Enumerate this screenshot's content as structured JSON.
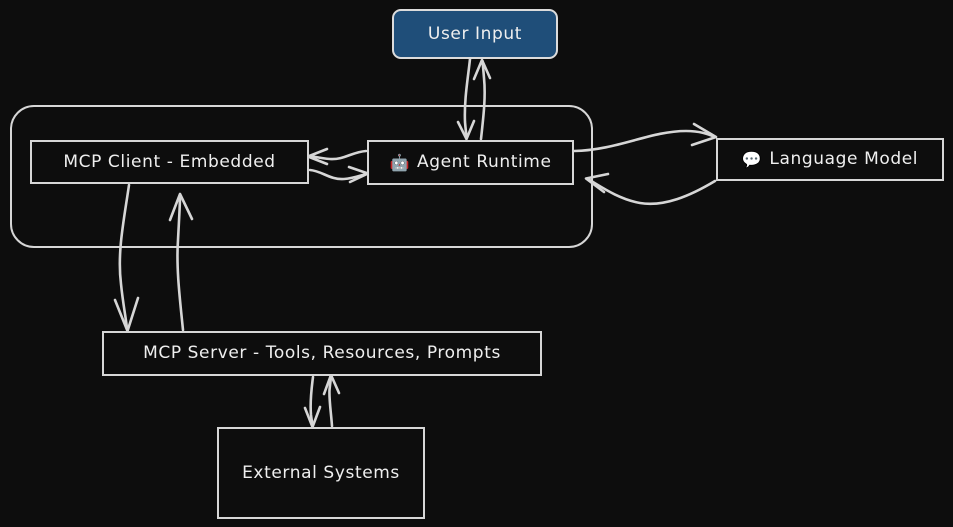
{
  "diagram": {
    "title": "MCP Agent Architecture Flowchart",
    "background_color": "#0d0d0d",
    "stroke_color": "#d6d6d6",
    "text_color": "#efefef",
    "accent_color": "#1f4e79",
    "style": "hand-drawn"
  },
  "nodes": {
    "user_input": {
      "label": "User Input",
      "shape": "rounded-rect",
      "fill": "#1f4e79"
    },
    "mcp_client": {
      "label": "MCP Client - Embedded",
      "shape": "rect",
      "fill": "#0d0d0d"
    },
    "agent_runtime": {
      "icon": "robot-icon",
      "icon_glyph": "🤖",
      "label": "Agent Runtime",
      "shape": "rect",
      "fill": "#0d0d0d"
    },
    "language_model": {
      "icon": "speech-balloon-icon",
      "icon_glyph": "💬",
      "label": "Language Model",
      "shape": "rect",
      "fill": "#0d0d0d"
    },
    "mcp_server": {
      "label": "MCP Server - Tools, Resources, Prompts",
      "shape": "rect",
      "fill": "#0d0d0d"
    },
    "external_systems": {
      "label": "External Systems",
      "shape": "rect",
      "fill": "#0d0d0d"
    }
  },
  "subgraph": {
    "label": "",
    "shape": "rounded-rect",
    "contains": [
      "mcp_client",
      "agent_runtime"
    ]
  },
  "edges": [
    {
      "from": "user_input",
      "to": "agent_runtime",
      "direction": "down",
      "arrow": "open"
    },
    {
      "from": "agent_runtime",
      "to": "user_input",
      "direction": "up",
      "arrow": "open"
    },
    {
      "from": "agent_runtime",
      "to": "mcp_client",
      "direction": "left",
      "arrow": "open"
    },
    {
      "from": "mcp_client",
      "to": "agent_runtime",
      "direction": "right",
      "arrow": "open"
    },
    {
      "from": "agent_runtime",
      "to": "language_model",
      "direction": "right",
      "arrow": "open"
    },
    {
      "from": "language_model",
      "to": "agent_runtime",
      "direction": "left",
      "arrow": "open"
    },
    {
      "from": "mcp_client",
      "to": "mcp_server",
      "direction": "down",
      "arrow": "open"
    },
    {
      "from": "mcp_server",
      "to": "mcp_client",
      "direction": "up",
      "arrow": "open"
    },
    {
      "from": "mcp_server",
      "to": "external_systems",
      "direction": "down",
      "arrow": "open"
    },
    {
      "from": "external_systems",
      "to": "mcp_server",
      "direction": "up",
      "arrow": "open"
    }
  ]
}
